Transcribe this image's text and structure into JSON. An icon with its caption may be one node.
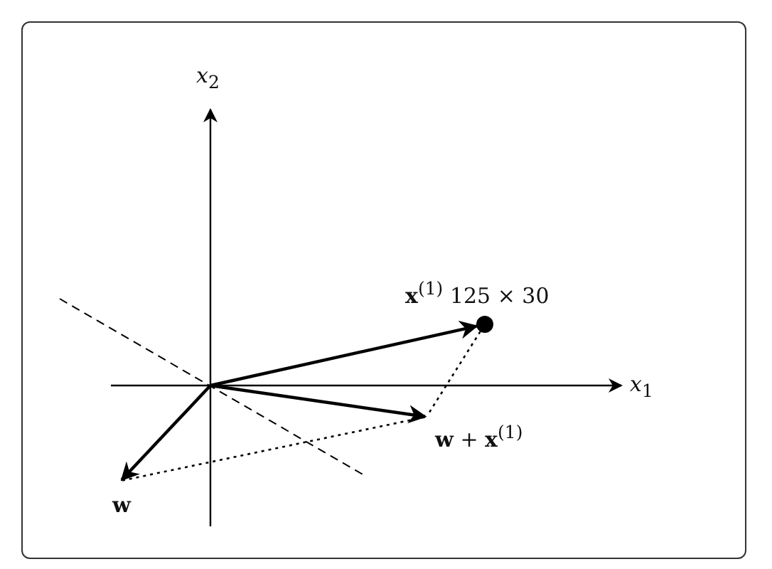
{
  "diagram": {
    "nodes": [
      {
        "text": [],
        "shape": "circle",
        "beside": [
          "**x**$^{(1)}$ 125 × 30"
        ]
      },
      {
        "text": [],
        "shape": "point",
        "beside": [
          "**w** + **x**$^{(1)}$"
        ]
      },
      {
        "text": [],
        "shape": "point",
        "beside": [
          "**w**"
        ]
      }
    ],
    "edges": [
      {
        "from": null,
        "to": 0,
        "arrow": "to"
      },
      {
        "from": null,
        "to": 1,
        "arrow": "to"
      },
      {
        "from": null,
        "to": 2,
        "arrow": "to"
      },
      {
        "from": 0,
        "to": 1,
        "arrow": "none",
        "style": "dashed"
      },
      {
        "from": 2,
        "to": 1,
        "arrow": "none",
        "style": "dashed"
      }
    ],
    "labels": [
      "*x*$_{2}$",
      "*x*$_{1}$"
    ]
  }
}
